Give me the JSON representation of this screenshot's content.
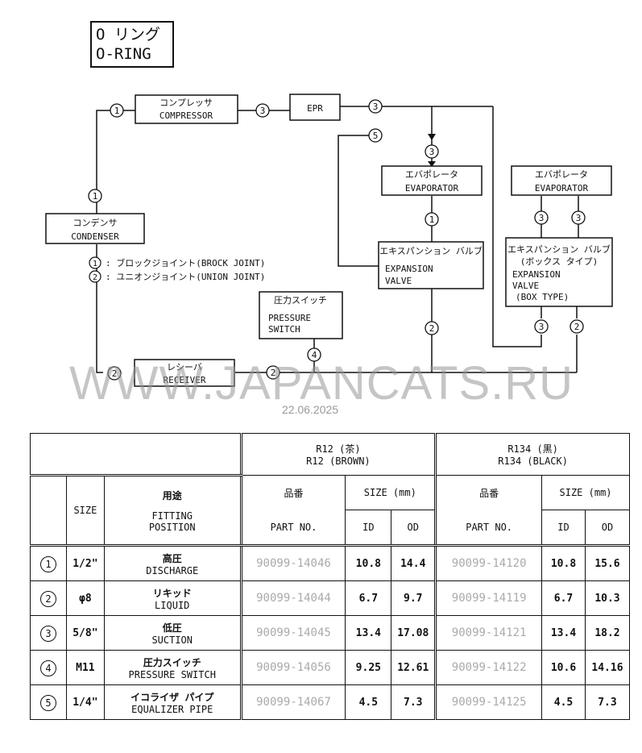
{
  "title": {
    "jp": "O リング",
    "en": "O-RING"
  },
  "diagram": {
    "compressor": {
      "jp": "コンプレッサ",
      "en": "COMPRESSOR"
    },
    "epr": "EPR",
    "evaporator1": {
      "jp": "エバポレータ",
      "en": "EVAPORATOR"
    },
    "evaporator2": {
      "jp": "エバポレータ",
      "en": "EVAPORATOR"
    },
    "condenser": {
      "jp": "コンデンサ",
      "en": "CONDENSER"
    },
    "expansion_valve": {
      "jp": "エキスパンション バルブ",
      "en1": "EXPANSION",
      "en2": "VALVE"
    },
    "expansion_valve_box": {
      "jp1": "エキスパンション バルブ",
      "jp2": "(ボックス タイプ)",
      "en1": "EXPANSION",
      "en2": "VALVE",
      "en3": "(BOX TYPE)"
    },
    "pressure_switch": {
      "jp": "圧力スイッチ",
      "en1": "PRESSURE",
      "en2": "SWITCH"
    },
    "receiver": {
      "jp": "レシーバ",
      "en": "RECEIVER"
    },
    "legend1": ": ブロックジョイント(BROCK JOINT)",
    "legend2": ": ユニオンジョイント(UNION JOINT)",
    "markers": {
      "m1": "1",
      "m2": "2",
      "m3": "3",
      "m4": "4",
      "m5": "5"
    }
  },
  "watermark": {
    "text": "WWW.JAPANCATS.RU",
    "date": "22.06.2025"
  },
  "table": {
    "r12_jp": "R12 (茶)",
    "r12_en": "R12 (BROWN)",
    "r134_jp": "R134 (黒)",
    "r134_en": "R134 (BLACK)",
    "size": "SIZE",
    "use_jp": "用途",
    "use_en1": "FITTING",
    "use_en2": "POSITION",
    "partno_jp": "品番",
    "partno_en": "PART NO.",
    "size_mm": "SIZE (mm)",
    "id": "ID",
    "od": "OD",
    "rows": [
      {
        "no": "1",
        "size": "1/2\"",
        "jp": "高圧",
        "en": "DISCHARGE",
        "r12_pn": "90099-14046",
        "r12_id": "10.8",
        "r12_od": "14.4",
        "r134_pn": "90099-14120",
        "r134_id": "10.8",
        "r134_od": "15.6"
      },
      {
        "no": "2",
        "size": "φ8",
        "jp": "リキッド",
        "en": "LIQUID",
        "r12_pn": "90099-14044",
        "r12_id": "6.7",
        "r12_od": "9.7",
        "r134_pn": "90099-14119",
        "r134_id": "6.7",
        "r134_od": "10.3"
      },
      {
        "no": "3",
        "size": "5/8\"",
        "jp": "低圧",
        "en": "SUCTION",
        "r12_pn": "90099-14045",
        "r12_id": "13.4",
        "r12_od": "17.08",
        "r134_pn": "90099-14121",
        "r134_id": "13.4",
        "r134_od": "18.2"
      },
      {
        "no": "4",
        "size": "M11",
        "jp": "圧力スイッチ",
        "en": "PRESSURE SWITCH",
        "r12_pn": "90099-14056",
        "r12_id": "9.25",
        "r12_od": "12.61",
        "r134_pn": "90099-14122",
        "r134_id": "10.6",
        "r134_od": "14.16"
      },
      {
        "no": "5",
        "size": "1/4\"",
        "jp": "イコライザ パイプ",
        "en": "EQUALIZER PIPE",
        "r12_pn": "90099-14067",
        "r12_id": "4.5",
        "r12_od": "7.3",
        "r134_pn": "90099-14125",
        "r134_id": "4.5",
        "r134_od": "7.3"
      }
    ]
  }
}
